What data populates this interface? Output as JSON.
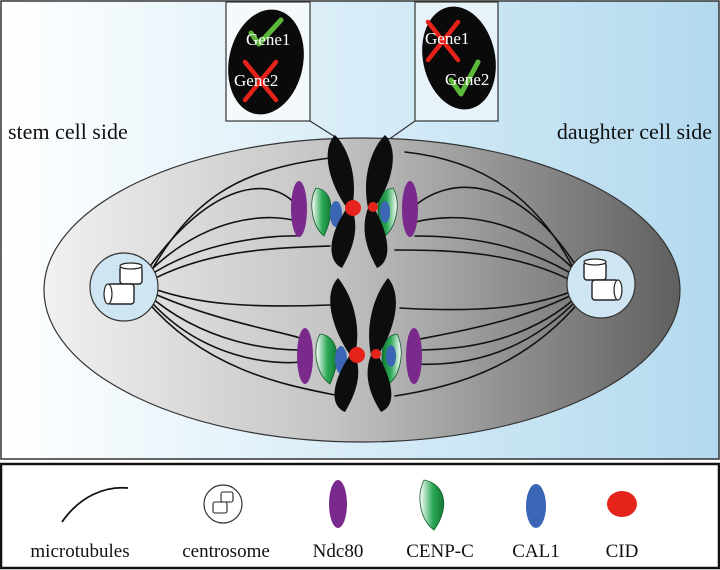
{
  "panel": {
    "left_label": "stem cell side",
    "right_label": "daughter cell side"
  },
  "insets": {
    "left": {
      "gene_top": "Gene1",
      "gene_top_state": "check",
      "gene_bottom": "Gene2",
      "gene_bottom_state": "cross"
    },
    "right": {
      "gene_top": "Gene1",
      "gene_top_state": "cross",
      "gene_bottom": "Gene2",
      "gene_bottom_state": "check"
    }
  },
  "legend": {
    "items": [
      {
        "key": "microtubules",
        "label": "microtubules"
      },
      {
        "key": "centrosome",
        "label": "centrosome"
      },
      {
        "key": "ndc80",
        "label": "Ndc80"
      },
      {
        "key": "cenpc",
        "label": "CENP-C"
      },
      {
        "key": "cal1",
        "label": "CAL1"
      },
      {
        "key": "cid",
        "label": "CID"
      }
    ]
  },
  "colors": {
    "ndc80": "#7a2a8c",
    "cenpc": "#1f9a4a",
    "cal1": "#3a66b5",
    "cid": "#e5231b",
    "check": "#5cb83a",
    "cross": "#e5231b",
    "chromosome": "#0d0d0d",
    "background_light": "#ffffff",
    "background_blue": "#b9dcef"
  }
}
